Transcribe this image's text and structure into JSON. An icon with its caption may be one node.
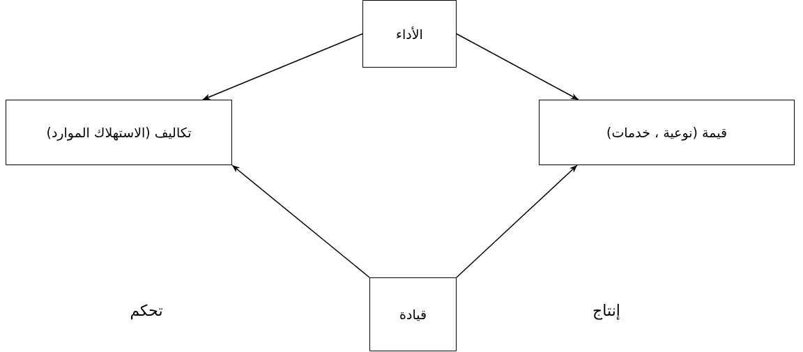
{
  "diagram": {
    "nodes": [
      {
        "text": [
          "الأداء"
        ]
      },
      {
        "text": [
          "تكاليف (الاستهلاك الموارد)"
        ]
      },
      {
        "text": [
          "قيمة (نوعية ، خدمات)"
        ]
      },
      {
        "text": [
          "قيادة"
        ]
      }
    ],
    "edges": [
      {
        "from": 0,
        "to": 1,
        "arrow": "to"
      },
      {
        "from": 0,
        "to": 2,
        "arrow": "to"
      },
      {
        "from": 3,
        "to": 1,
        "arrow": "to"
      },
      {
        "from": 3,
        "to": 2,
        "arrow": "to"
      }
    ],
    "labels": [
      "تحكم",
      "إنتاج"
    ]
  }
}
